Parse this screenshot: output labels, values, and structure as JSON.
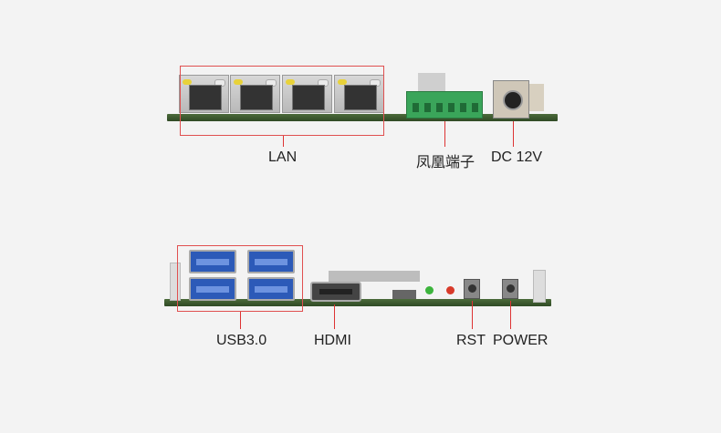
{
  "labels": {
    "lan": "LAN",
    "terminal": "凤凰端子",
    "dc": "DC 12V",
    "usb": "USB3.0",
    "hdmi": "HDMI",
    "rst": "RST",
    "power": "POWER"
  },
  "colors": {
    "callout": "#d33333",
    "terminal_block": "#3aa55a",
    "usb_port": "#2c5ab8",
    "pcb": "#3c5a2e"
  }
}
